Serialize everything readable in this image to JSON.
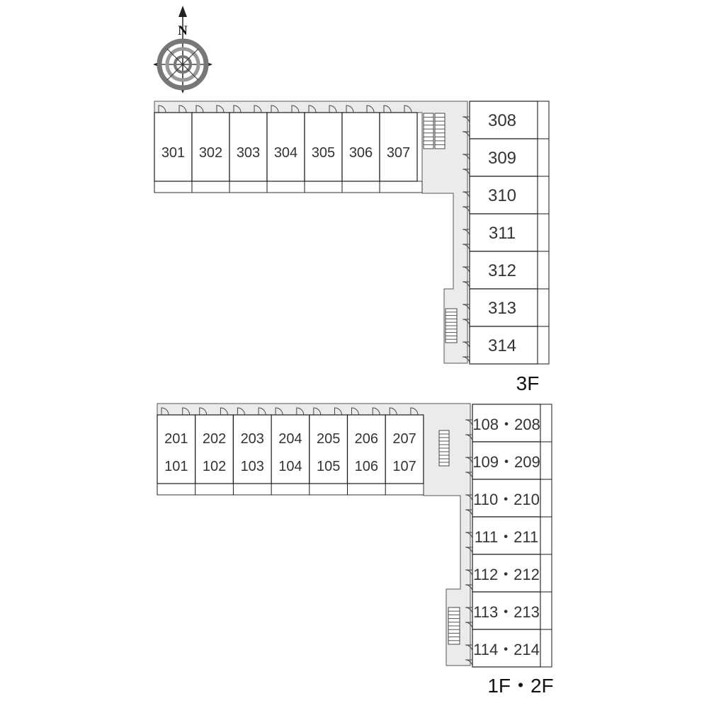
{
  "compass": {
    "north_label": "N",
    "icon": "compass-rose-icon"
  },
  "floor3": {
    "label": "3F",
    "top_row_units": [
      "301",
      "302",
      "303",
      "304",
      "305",
      "306",
      "307"
    ],
    "side_column_units": [
      "308",
      "309",
      "310",
      "311",
      "312",
      "313",
      "314"
    ]
  },
  "floor12": {
    "label": "1F・2F",
    "top_row_units": [
      {
        "upper": "201",
        "lower": "101"
      },
      {
        "upper": "202",
        "lower": "102"
      },
      {
        "upper": "203",
        "lower": "103"
      },
      {
        "upper": "204",
        "lower": "104"
      },
      {
        "upper": "205",
        "lower": "105"
      },
      {
        "upper": "206",
        "lower": "106"
      },
      {
        "upper": "207",
        "lower": "107"
      }
    ],
    "side_column_units": [
      "108・208",
      "109・209",
      "110・210",
      "111・211",
      "112・212",
      "113・213",
      "114・214"
    ]
  },
  "colors": {
    "corridor": "#ebebeb",
    "line": "#1a1a1a",
    "text": "#333333",
    "stairs": "#555555"
  }
}
